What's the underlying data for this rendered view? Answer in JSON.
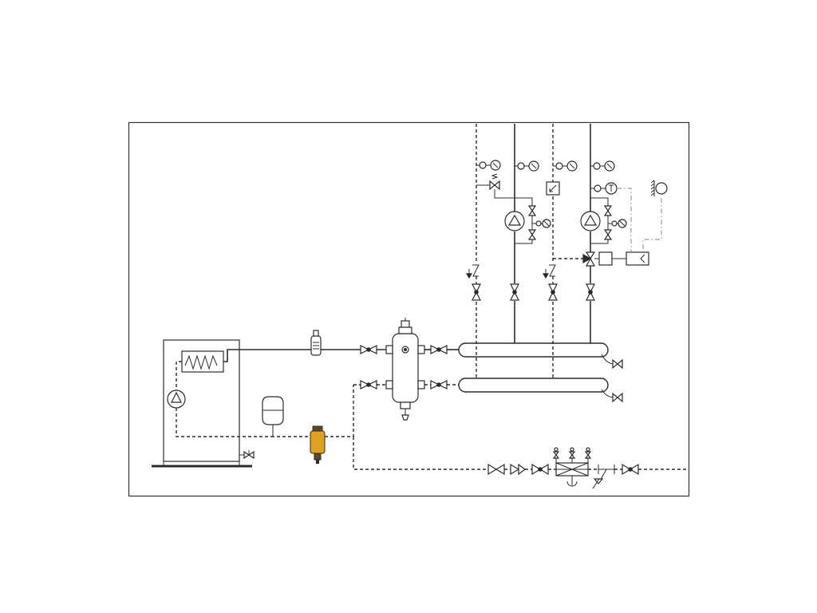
{
  "diagram": {
    "type": "hydronic-heating-schematic",
    "colors": {
      "line": "#2b2b2b",
      "frame": "#333333",
      "control_line": "#9a9a9a",
      "dirt_separator_body": "#e0a020",
      "background": "#ffffff"
    },
    "line_styles": {
      "flow": "solid",
      "return": "dashed",
      "control": "dash-dot"
    },
    "components": [
      "boiler",
      "boiler-heat-exchanger",
      "boiler-pump",
      "expansion-vessel",
      "air-vent",
      "hydraulic-separator",
      "dirt-separator",
      "flow-header",
      "return-header",
      "circuit-1-pump",
      "circuit-2-pump",
      "mixing-valve",
      "valve-actuator",
      "weather-compensation-controller",
      "outdoor-sensor",
      "thermometers",
      "pressure-gauges",
      "check-valves",
      "isolation-valves",
      "safety-valve",
      "fill-line",
      "drain-valves"
    ]
  }
}
